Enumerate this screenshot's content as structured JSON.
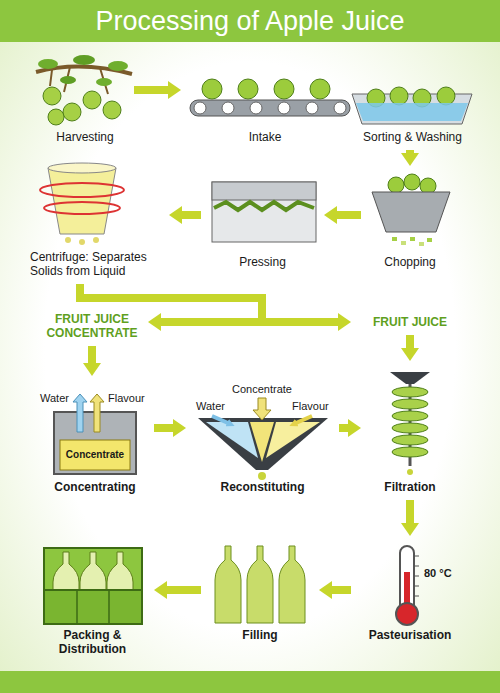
{
  "diagram": {
    "title": "Processing of Apple Juice",
    "nodes": [
      {
        "text": [
          "Harvesting"
        ]
      },
      {
        "text": [
          "Intake"
        ]
      },
      {
        "text": [
          "Sorting & Washing"
        ]
      },
      {
        "text": [
          "Chopping"
        ]
      },
      {
        "text": [
          "Pressing"
        ]
      },
      {
        "text": [
          "Centrifuge: Separates Solids from Liquid"
        ]
      },
      {
        "text": [
          "FRUIT JUICE CONCENTRATE"
        ]
      },
      {
        "text": [
          "FRUIT JUICE"
        ]
      },
      {
        "text": [
          "Concentrating"
        ]
      },
      {
        "text": [
          "Reconstituting"
        ]
      },
      {
        "text": [
          "Filtration"
        ]
      },
      {
        "text": [
          "Pasteurisation"
        ]
      },
      {
        "text": [
          "Filling"
        ]
      },
      {
        "text": [
          "Packing & Distribution"
        ]
      }
    ],
    "edges": [
      {
        "from": 0,
        "to": 1,
        "arrow": "to"
      },
      {
        "from": 2,
        "to": 3,
        "arrow": "to"
      },
      {
        "from": 3,
        "to": 4,
        "arrow": "to"
      },
      {
        "from": 4,
        "to": 5,
        "arrow": "to"
      },
      {
        "from": 5,
        "to": 6,
        "arrow": "to"
      },
      {
        "from": 5,
        "to": 7,
        "arrow": "to"
      },
      {
        "from": 6,
        "to": 8,
        "arrow": "to"
      },
      {
        "from": 8,
        "to": 9,
        "arrow": "to"
      },
      {
        "from": 9,
        "to": 10,
        "arrow": "to"
      },
      {
        "from": 7,
        "to": 10,
        "arrow": "to"
      },
      {
        "from": 10,
        "to": 11,
        "arrow": "to"
      },
      {
        "from": 11,
        "to": 12,
        "arrow": "to"
      },
      {
        "from": 12,
        "to": 13,
        "arrow": "to"
      }
    ],
    "labels": [
      "Water",
      "Flavour",
      "Concentrate",
      "Concentrate",
      "Water",
      "Flavour",
      "80 °C"
    ]
  }
}
